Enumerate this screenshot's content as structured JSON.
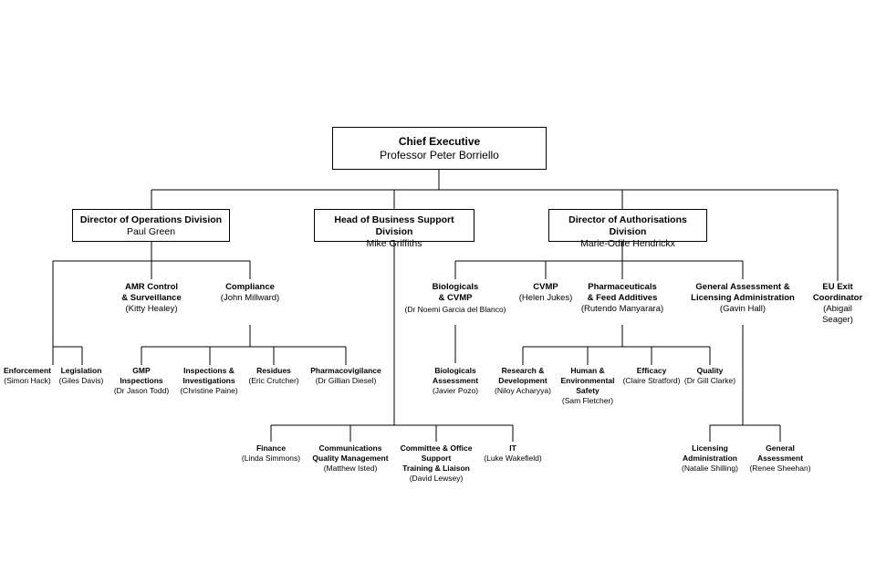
{
  "chief": {
    "title": "Chief Executive",
    "name": "Professor Peter Borriello"
  },
  "directors": [
    {
      "title": "Director of Operations Division",
      "name": "Paul Green"
    },
    {
      "title": "Head of Business Support Division",
      "name": "Mike Griffiths"
    },
    {
      "title": "Director of Authorisations Division",
      "name": "Marie-Odile Hendrickx"
    }
  ],
  "eu_exit": {
    "title": "EU Exit\nCoordinator",
    "name": "(Abigail Seager)"
  },
  "operations": {
    "amr": {
      "title": "AMR Control\n& Surveillance",
      "name": "(Kitty Healey)"
    },
    "compliance": {
      "title": "Compliance",
      "name": "(John Millward)"
    },
    "enforcement": {
      "title": "Enforcement",
      "name": "(Simon Hack)"
    },
    "legislation": {
      "title": "Legislation",
      "name": "(Giles Davis)"
    },
    "gmp": {
      "title": "GMP\nInspections",
      "name": "(Dr Jason Todd)"
    },
    "inspections": {
      "title": "Inspections &\nInvestigations",
      "name": "(Christine Paine)"
    },
    "residues": {
      "title": "Residues",
      "name": "(Eric Crutcher)"
    },
    "pharmacovigilance": {
      "title": "Pharmacovigilance",
      "name": "(Dr Gillian Diesel)"
    }
  },
  "business": {
    "finance": {
      "title": "Finance",
      "name": "(Linda Simmons)"
    },
    "communications": {
      "title": "Communications\nQuality Management",
      "name": "(Matthew Isted)"
    },
    "committee": {
      "title": "Committee & Office\nSupport\nTraining & Liaison",
      "name": "(David Lewsey)"
    },
    "it": {
      "title": "IT",
      "name": "(Luke Wakefield)"
    }
  },
  "authorisations": {
    "biologicals": {
      "title": "Biologicals\n& CVMP",
      "name": "(Dr Noemi Garcia del Blanco)"
    },
    "cvmp": {
      "title": "CVMP",
      "name": "(Helen Jukes)"
    },
    "pharmaceuticals": {
      "title": "Pharmaceuticals\n& Feed Additives",
      "name": "(Rutendo Manyarara)"
    },
    "general": {
      "title": "General Assessment  &\nLicensing Administration",
      "name": "(Gavin Hall)"
    },
    "bio_assessment": {
      "title": "Biologicals\nAssessment",
      "name": "(Javier Pozo)"
    },
    "research": {
      "title": "Research &\nDevelopment",
      "name": "(Niloy Acharyya)"
    },
    "human_env": {
      "title": "Human &\nEnvironmental\nSafety",
      "name": "(Sam Fletcher)"
    },
    "efficacy": {
      "title": "Efficacy",
      "name": "(Claire Stratford)"
    },
    "quality": {
      "title": "Quality",
      "name": "(Dr Gill Clarke)"
    },
    "licensing_admin": {
      "title": "Licensing\nAdministration",
      "name": "(Natalie Shilling)"
    },
    "general_assessment": {
      "title": "General\nAssessment",
      "name": "(Renee Sheehan)"
    }
  }
}
